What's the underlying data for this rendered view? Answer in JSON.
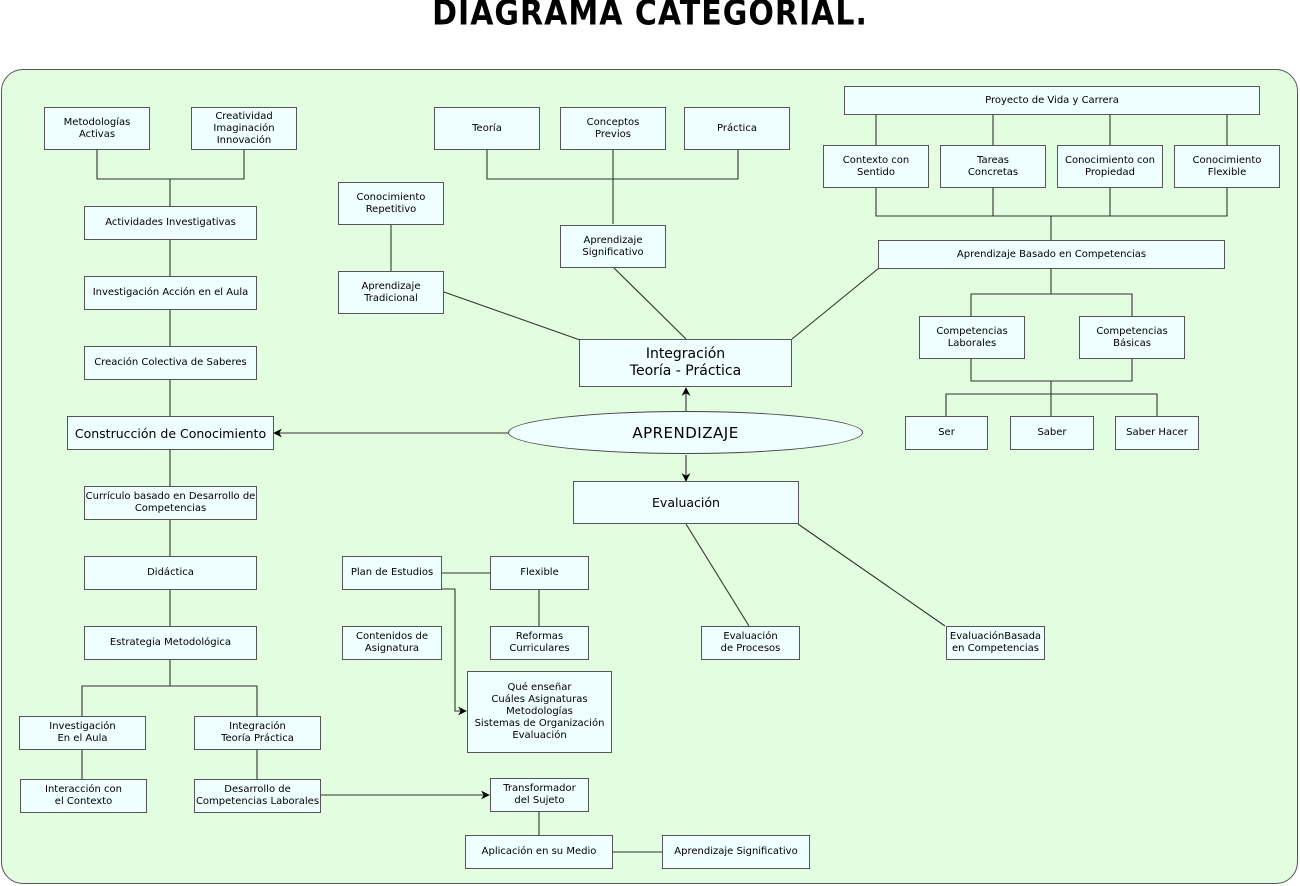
{
  "title": "DIAGRAMA CATEGORIAL.",
  "center": "APRENDIZAJE",
  "nodes": {
    "metodologias_activas": "Metodologías\nActivas",
    "creatividad": "Creatividad\nImaginación\nInnovación",
    "actividades_investigativas": "Actividades Investigativas",
    "investigacion_accion": "Investigación Acción en el Aula",
    "creacion_colectiva": "Creación Colectiva de Saberes",
    "construccion_conocimiento": "Construcción de Conocimiento",
    "curriculo": "Currículo basado en Desarrollo de\nCompetencias",
    "didactica": "Didáctica",
    "estrategia": "Estrategia Metodológica",
    "investigacion_aula": "Investigación\nEn el Aula",
    "integracion_tp_small": "Integración\nTeoría Práctica",
    "interaccion_contexto": "Interacción con\nel Contexto",
    "desarrollo_competencias": "Desarrollo de\nCompetencias Laborales",
    "teoria": "Teoría",
    "conceptos_previos": "Conceptos\nPrevios",
    "practica": "Práctica",
    "conocimiento_repetitivo": "Conocimiento\nRepetitivo",
    "aprendizaje_tradicional": "Aprendizaje\nTradicional",
    "aprendizaje_significativo_top": "Aprendizaje\nSignificativo",
    "integracion_tp": "Integración\nTeoría - Práctica",
    "evaluacion": "Evaluación",
    "plan_estudios": "Plan de Estudios",
    "flexible": "Flexible",
    "contenidos_asignatura": "Contenidos de\nAsignatura",
    "reformas_curriculares": "Reformas\nCurriculares",
    "que_ensenar": "Qué enseñar\nCuáles Asignaturas\nMetodologías\nSistemas de Organización\nEvaluación",
    "evaluacion_procesos": "Evaluación\nde Procesos",
    "evaluacion_competencias": "EvaluaciónBasada\nen Competencias",
    "transformador": "Transformador\ndel Sujeto",
    "aplicacion_medio": "Aplicación en su Medio",
    "aprendizaje_significativo_bottom": "Aprendizaje Significativo",
    "proyecto_vida": "Proyecto de Vida y Carrera",
    "contexto_sentido": "Contexto con\nSentido",
    "tareas_concretas": "Tareas\nConcretas",
    "conocimiento_propiedad": "Conocimiento con\nPropiedad",
    "conocimiento_flexible": "Conocimiento\nFlexible",
    "aprendizaje_competencias": "Aprendizaje Basado en Competencias",
    "competencias_laborales": "Competencias\nLaborales",
    "competencias_basicas": "Competencias\nBásicas",
    "ser": "Ser",
    "saber": "Saber",
    "saber_hacer": "Saber Hacer"
  }
}
